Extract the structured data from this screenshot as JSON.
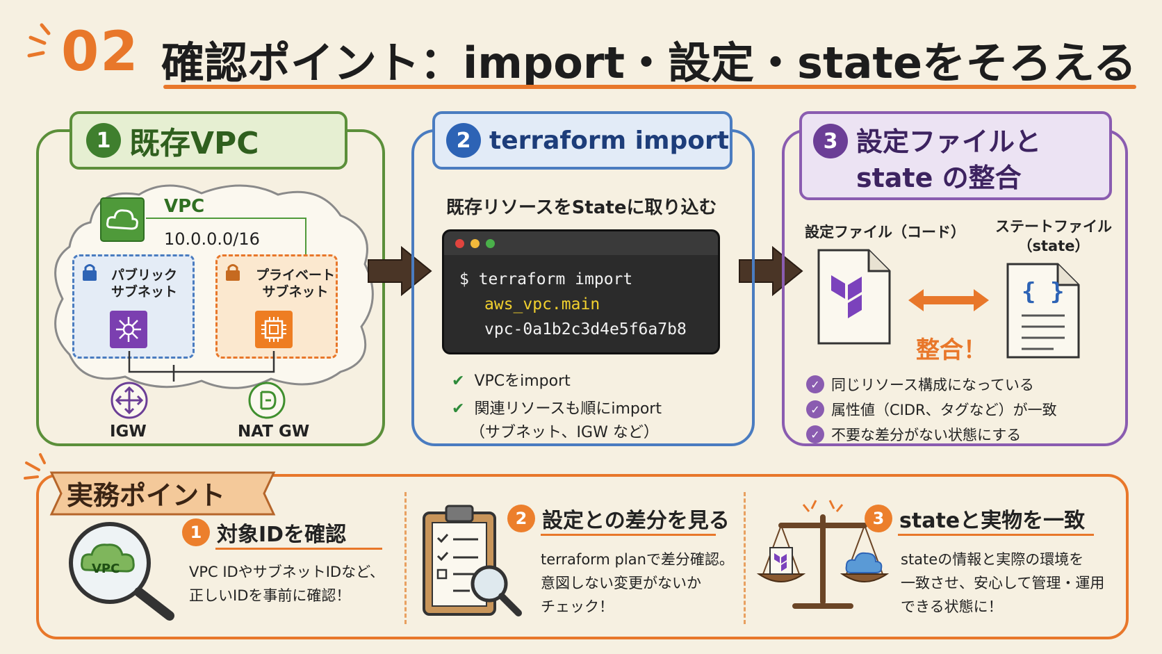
{
  "title": {
    "number": "02",
    "text": "確認ポイント：import・設定・stateをそろえる"
  },
  "panel1": {
    "num": "1",
    "title": "既存VPC",
    "vpc_label": "VPC",
    "cidr": "10.0.0.0/16",
    "public_subnet": [
      "パブリック",
      "サブネット"
    ],
    "private_subnet": [
      "プライベート",
      "サブネット"
    ],
    "igw": "IGW",
    "nat": "NAT GW"
  },
  "panel2": {
    "num": "2",
    "title": "terraform import",
    "subtitle": "既存リソースをStateに取り込む",
    "cmd": {
      "line1": "$ terraform import",
      "line2": "aws_vpc.main",
      "line3": "vpc-0a1b2c3d4e5f6a7b8"
    },
    "checks": [
      "VPCをimport",
      "関連リソースも順にimport",
      "（サブネット、IGW など）"
    ]
  },
  "panel3": {
    "num": "3",
    "title_line1": "設定ファイルと",
    "title_line2": "state の整合",
    "config_label": "設定ファイル（コード）",
    "state_label_1": "ステートファイル",
    "state_label_2": "（state）",
    "state_glyph": "{ }",
    "match": "整合！",
    "checks": [
      "同じリソース構成になっている",
      "属性値（CIDR、タグなど）が一致",
      "不要な差分がない状態にする"
    ]
  },
  "practical": {
    "heading": "実務ポイント",
    "items": [
      {
        "num": "1",
        "title": "対象IDを確認",
        "badge": "VPC",
        "lines": [
          "VPC IDやサブネットIDなど、",
          "正しいIDを事前に確認！"
        ]
      },
      {
        "num": "2",
        "title": "設定との差分を見る",
        "lines": [
          "terraform planで差分確認。",
          "意図しない変更がないか",
          "チェック！"
        ]
      },
      {
        "num": "3",
        "title": "stateと実物を一致",
        "lines": [
          "stateの情報と実際の環境を",
          "一致させ、安心して管理・運用",
          "できる状態に！"
        ]
      }
    ]
  },
  "colors": {
    "orange": "#e8772a",
    "green": "#5b8f3a",
    "blue": "#4a7cc0",
    "purple": "#8a5cb0",
    "terminal_yellow": "#f2d12e"
  }
}
